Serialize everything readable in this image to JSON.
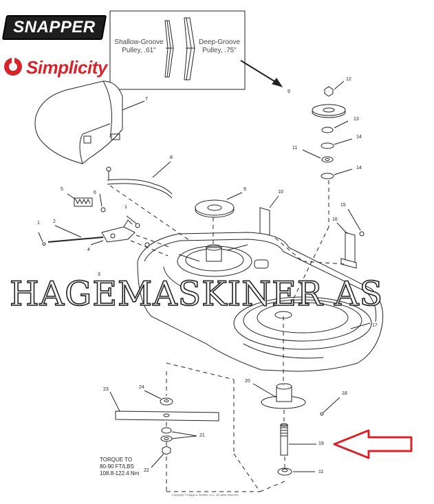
{
  "brands": {
    "snapper": "SNAPPER",
    "simplicity": "Simplicity"
  },
  "inset": {
    "shallow_label": "Shallow-Groove Pulley, .61\"",
    "deep_label": "Deep-Groove Pulley, .75\""
  },
  "callouts": {
    "c1a": "1",
    "c1b": "1",
    "c2": "2",
    "c3": "3",
    "c4": "4",
    "c5": "5",
    "c6": "6",
    "c7": "7",
    "c8": "8",
    "c9a": "9",
    "c9b": "9",
    "c10": "10",
    "c11a": "11",
    "c11b": "11",
    "c12": "12",
    "c13": "13",
    "c14a": "14",
    "c14b": "14",
    "c15": "15",
    "c16": "16",
    "c17": "17",
    "c18": "18",
    "c19": "19",
    "c20": "20",
    "c21": "21",
    "c22": "22",
    "c23": "23",
    "c24": "24"
  },
  "torque_note": {
    "line1": "TORQUE TO",
    "line2": "80-90 FT/LBS",
    "line3": "108.8-122.4 Nm"
  },
  "watermark": "HAGEMASKINER AS",
  "copyright": "Copyright © Briggs & Stratton, LLC. All rights reserved.",
  "colors": {
    "arrow_red": "#d8232a",
    "line": "#222222"
  },
  "icons": {
    "simplicity_mark": "simplicity-s-icon",
    "highlight_arrow": "red-arrow-icon"
  }
}
